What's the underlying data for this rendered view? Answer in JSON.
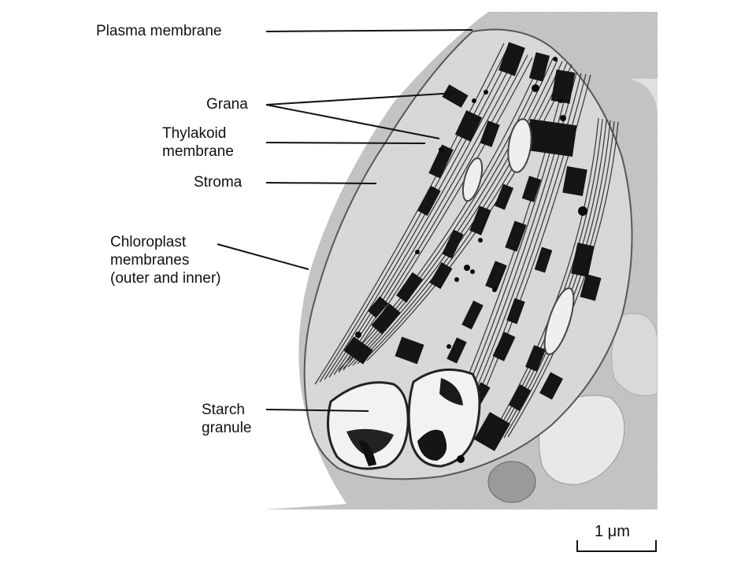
{
  "labels": {
    "plasma_membrane": "Plasma membrane",
    "grana": "Grana",
    "thylakoid": [
      "Thylakoid",
      "membrane"
    ],
    "stroma": "Stroma",
    "chloroplast_membranes": [
      "Chloroplast",
      "membranes",
      "(outer and inner)"
    ],
    "starch_granule": [
      "Starch",
      "granule"
    ]
  },
  "scale_bar": {
    "label": "1 μm"
  },
  "colors": {
    "background": "#ffffff",
    "cell_gray": "#cfcfcf",
    "stroma": "#dedede",
    "starch": "#f1f1f1",
    "stacks": "#151515",
    "ink": "#111111"
  }
}
